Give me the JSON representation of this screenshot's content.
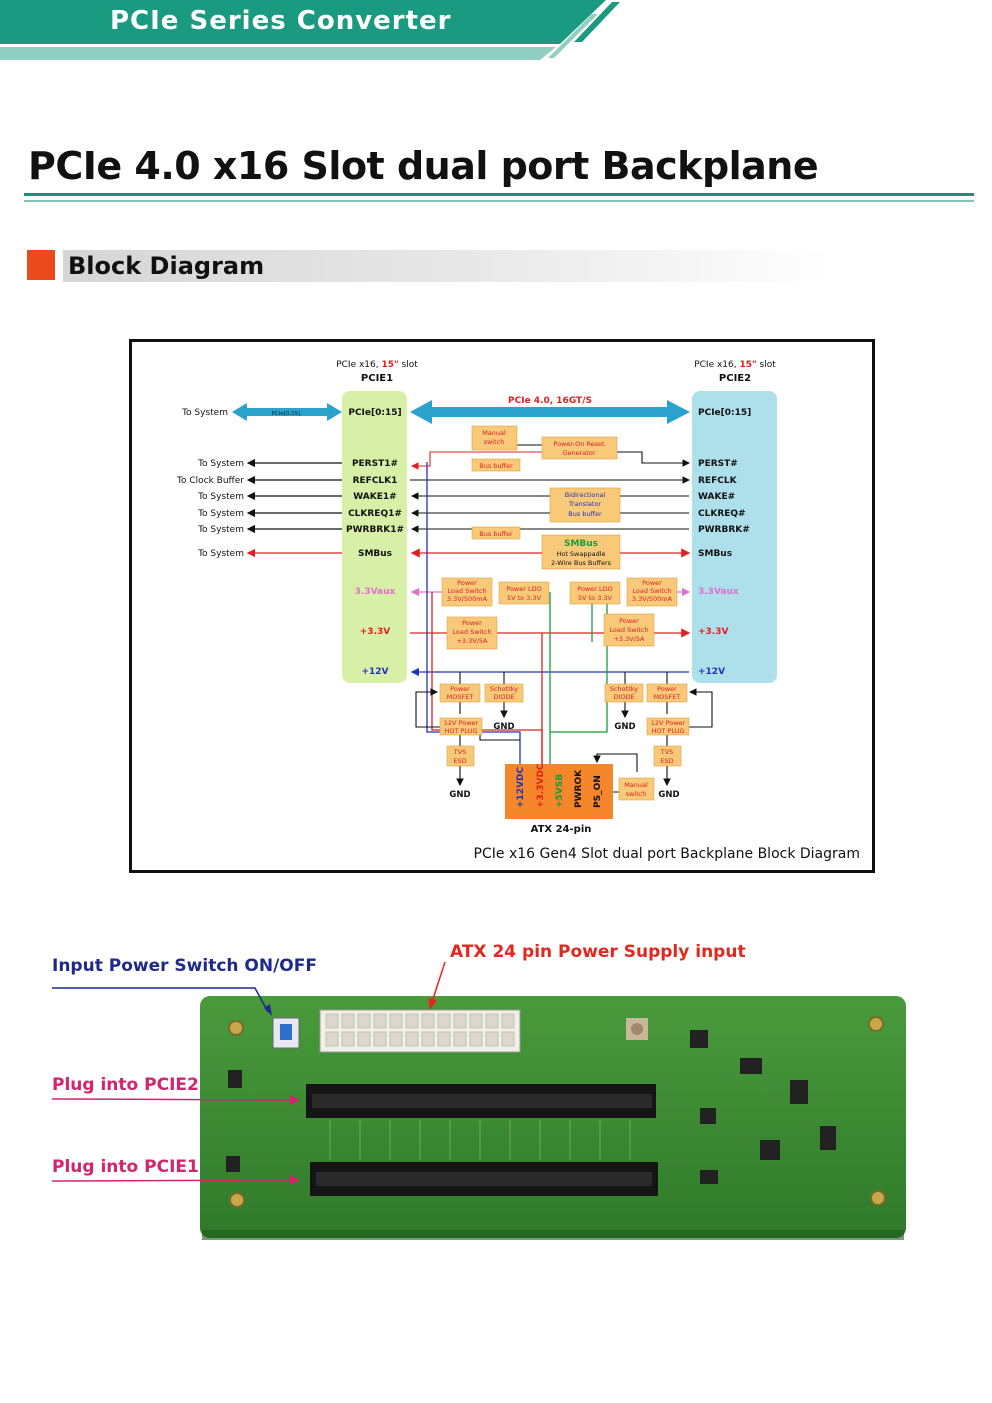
{
  "header": {
    "brand": "PCIe Series Converter",
    "color": "#1a9a80"
  },
  "title": "PCIe 4.0 x16 Slot dual port Backplane",
  "section": {
    "title": "Block Diagram",
    "marker_color": "#ea4a1c"
  },
  "diagram": {
    "caption": "PCIe x16 Gen4 Slot dual port Backplane Block Diagram",
    "slot1": {
      "header_pre": "PCIe x16, ",
      "header_hl": "15\"",
      "header_post": " slot",
      "name": "PCIE1"
    },
    "slot2": {
      "header_pre": "PCIe x16, ",
      "header_hl": "15\"",
      "header_post": " slot",
      "name": "PCIE2"
    },
    "left_targets": [
      "To System",
      "To System",
      "To Clock Buffer",
      "To System",
      "To System",
      "To System",
      "To System"
    ],
    "left_bus_label": "PCIe[0:15]",
    "link_label": "PCIe 4.0, 16GT/S",
    "slot1_signals": [
      "PCIe[0:15]",
      "PERST1#",
      "REFCLK1",
      "WAKE1#",
      "CLKREQ1#",
      "PWRBRK1#",
      "SMBus",
      "3.3Vaux",
      "+3.3V",
      "+12V"
    ],
    "slot2_signals": [
      "PCIe[0:15]",
      "PERST#",
      "REFCLK",
      "WAKE#",
      "CLKREQ#",
      "PWRBRK#",
      "SMBus",
      "3.3Vaux",
      "+3.3V",
      "+12V"
    ],
    "blocks": {
      "manual_switch": [
        "Manual",
        "switch"
      ],
      "por": [
        "Power-On Reset",
        "Generator"
      ],
      "bus_buffer_1": "Bus buffer",
      "bidir": [
        "Bidirectional",
        "Translator",
        "Bus buffer"
      ],
      "bus_buffer_2": "Bus buffer",
      "smbus": [
        "SMBus",
        "Hot Swappadle",
        "2-Wire Bus Buffers"
      ],
      "load_sw_aux_l": [
        "Power",
        "Load Switch",
        "3.3V/500mA"
      ],
      "ldo_l": [
        "Power LDO",
        "5V to 3.3V"
      ],
      "ldo_r": [
        "Power LDO",
        "5V to 3.3V"
      ],
      "load_sw_aux_r": [
        "Power",
        "Load Switch",
        "3.3V/500mA"
      ],
      "load_sw_33_l": [
        "Power",
        "Load Switch",
        "+3.3V/5A"
      ],
      "load_sw_33_r": [
        "Power",
        "Load Switch",
        "+3.3V/5A"
      ],
      "mosfet_l": [
        "Power",
        "MOSFET"
      ],
      "schottky_l": [
        "Schottky",
        "DIODE"
      ],
      "mosfet_r": [
        "Power",
        "MOSFET"
      ],
      "schottky_r": [
        "Schottky",
        "DIODE"
      ],
      "hotplug_l": [
        "12V Power",
        "HOT PLUG"
      ],
      "hotplug_r": [
        "12V Power",
        "HOT PLUG"
      ],
      "tvs_l": [
        "TVS",
        "ESD"
      ],
      "tvs_r": [
        "TVS",
        "ESD"
      ],
      "manual_switch_2": [
        "Manual",
        "switch"
      ]
    },
    "gnd": "GND",
    "atx": {
      "pins": [
        "+12VDC",
        "+3.3VDC",
        "+5VSB",
        "PWROK",
        "PS_ON"
      ],
      "label": "ATX 24-pin"
    }
  },
  "photo_callouts": {
    "power_switch": "Input Power Switch ON/OFF",
    "atx_input": "ATX 24 pin Power Supply input",
    "plug2": "Plug into PCIE2",
    "plug1": "Plug into PCIE1"
  }
}
